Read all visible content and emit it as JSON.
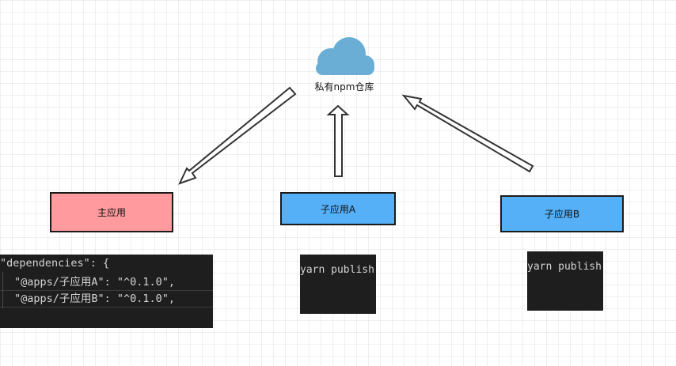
{
  "cloud": {
    "icon": "cloud-icon",
    "label": "私有npm仓库",
    "color": "#6aaed6"
  },
  "apps": {
    "main": {
      "label": "主应用",
      "color": "#ff9a9e"
    },
    "sub_a": {
      "label": "子应用A",
      "color": "#55b0f7"
    },
    "sub_b": {
      "label": "子应用B",
      "color": "#55b0f7"
    }
  },
  "code": {
    "dependencies": {
      "line1": "\"dependencies\": {",
      "line2": "\"@apps/子应用A\": \"^0.1.0\",",
      "line3": "\"@apps/子应用B\": \"^0.1.0\","
    },
    "publish_a": "yarn publish",
    "publish_b": "yarn publish"
  }
}
